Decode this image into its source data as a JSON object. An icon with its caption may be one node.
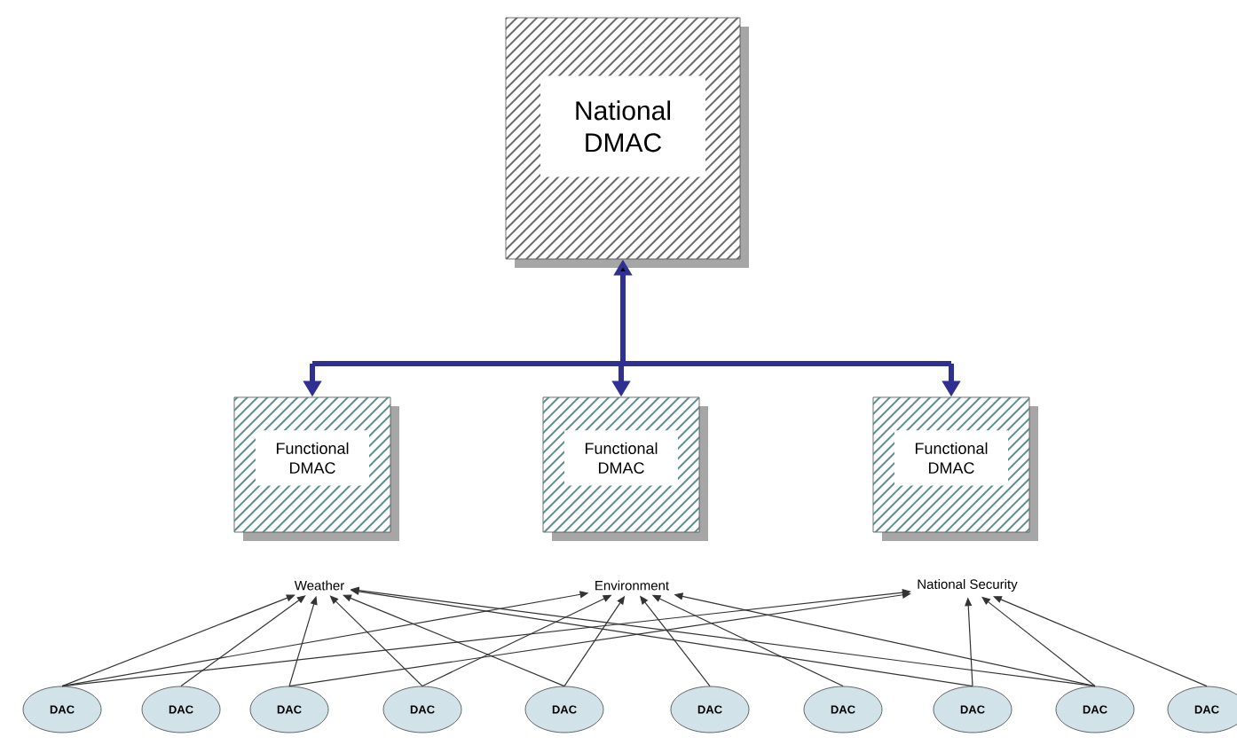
{
  "diagram": {
    "nodes": [
      {
        "text": [
          "National DMAC"
        ]
      },
      {
        "text": [
          "Functional DMAC"
        ]
      },
      {
        "text": [
          "Functional DMAC"
        ]
      },
      {
        "text": [
          "Functional DMAC"
        ]
      },
      {
        "text": [
          "Weather"
        ]
      },
      {
        "text": [
          "Environment"
        ]
      },
      {
        "text": [
          "National Security"
        ]
      },
      {
        "text": [
          "DAC"
        ]
      },
      {
        "text": [
          "DAC"
        ]
      },
      {
        "text": [
          "DAC"
        ]
      },
      {
        "text": [
          "DAC"
        ]
      },
      {
        "text": [
          "DAC"
        ]
      },
      {
        "text": [
          "DAC"
        ]
      },
      {
        "text": [
          "DAC"
        ]
      },
      {
        "text": [
          "DAC"
        ]
      },
      {
        "text": [
          "DAC"
        ]
      },
      {
        "text": [
          "DAC"
        ]
      }
    ],
    "edges": [
      {
        "from": 0,
        "to": 1,
        "arrow": "both",
        "style": "thick",
        "color": "#2e3192"
      },
      {
        "from": 0,
        "to": 2,
        "arrow": "both",
        "style": "thick",
        "color": "#2e3192"
      },
      {
        "from": 0,
        "to": 3,
        "arrow": "both",
        "style": "thick",
        "color": "#2e3192"
      },
      {
        "from": 7,
        "to": 4,
        "arrow": "to"
      },
      {
        "from": 7,
        "to": 5,
        "arrow": "to"
      },
      {
        "from": 7,
        "to": 6,
        "arrow": "to"
      },
      {
        "from": 8,
        "to": 4,
        "arrow": "to"
      },
      {
        "from": 9,
        "to": 4,
        "arrow": "to"
      },
      {
        "from": 9,
        "to": 6,
        "arrow": "to"
      },
      {
        "from": 10,
        "to": 4,
        "arrow": "to"
      },
      {
        "from": 10,
        "to": 5,
        "arrow": "to"
      },
      {
        "from": 11,
        "to": 4,
        "arrow": "to"
      },
      {
        "from": 11,
        "to": 5,
        "arrow": "to"
      },
      {
        "from": 12,
        "to": 5,
        "arrow": "to"
      },
      {
        "from": 13,
        "to": 5,
        "arrow": "to"
      },
      {
        "from": 14,
        "to": 6,
        "arrow": "to"
      },
      {
        "from": 14,
        "to": 4,
        "arrow": "to"
      },
      {
        "from": 15,
        "to": 6,
        "arrow": "to"
      },
      {
        "from": 15,
        "to": 4,
        "arrow": "to"
      },
      {
        "from": 15,
        "to": 5,
        "arrow": "to"
      },
      {
        "from": 16,
        "to": 6,
        "arrow": "to"
      }
    ]
  }
}
